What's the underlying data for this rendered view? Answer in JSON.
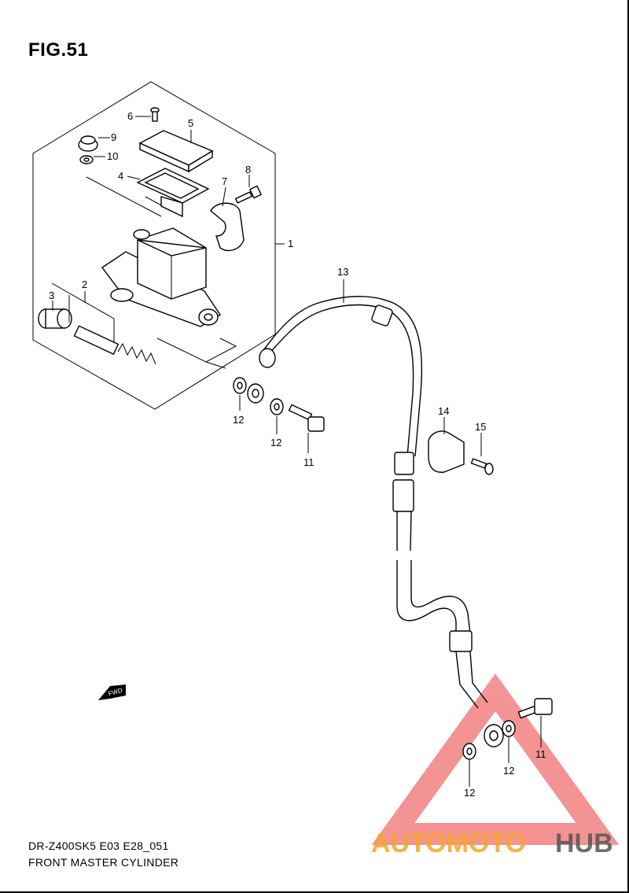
{
  "figure": {
    "title": "FIG.51",
    "code": "DR-Z400SK5 E03 E28_051",
    "name": "FRONT MASTER CYLINDER"
  },
  "callouts": [
    "1",
    "2",
    "3",
    "4",
    "5",
    "6",
    "7",
    "8",
    "9",
    "10",
    "11",
    "11",
    "12",
    "12",
    "12",
    "12",
    "13",
    "14",
    "15"
  ],
  "arrow": {
    "label": "FWD"
  },
  "watermark": {
    "part1": "AUTOMOTO",
    "part2": "HUB",
    "color1": "#f6a623",
    "color2": "#555555",
    "triangle_color": "#f07070"
  }
}
